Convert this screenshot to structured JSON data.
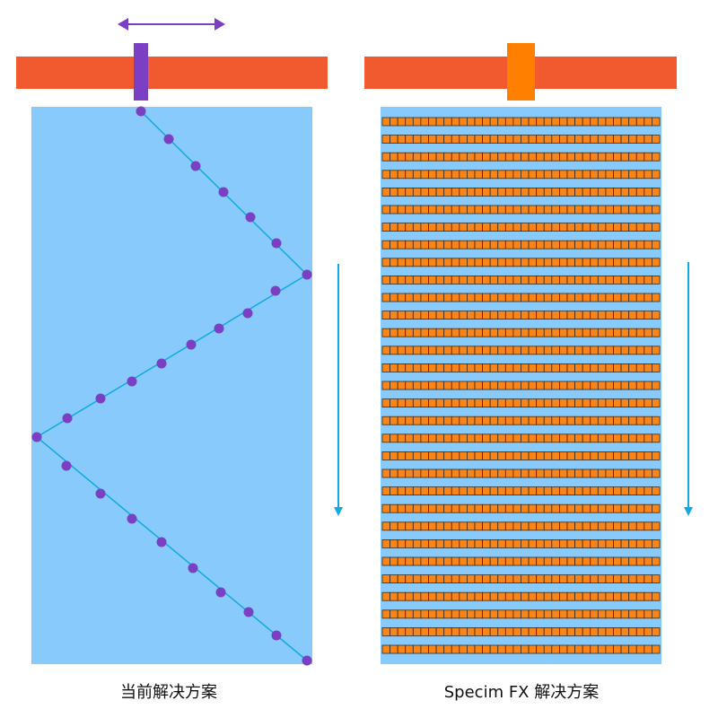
{
  "captions": {
    "left": "当前解决方案",
    "right": "Specim FX 解决方案"
  },
  "colors": {
    "rail": "#F15A2E",
    "panel": "#87CAFB",
    "point_scanner": "#7B3FC4",
    "path_line": "#12A9E3",
    "line_scanner": "#FF8000",
    "pixel_fill": "#F98518",
    "pixel_stroke": "#3A2A18",
    "motion_arrow": "#12A9E3",
    "sweep_arrow": "#7B3FC4"
  },
  "icons": {
    "sweep_arrow": "double-headed-arrow-icon",
    "motion_arrow": "down-arrow-icon"
  },
  "right_panel": {
    "pixel_rows": 31,
    "pixels_per_row": 36
  }
}
